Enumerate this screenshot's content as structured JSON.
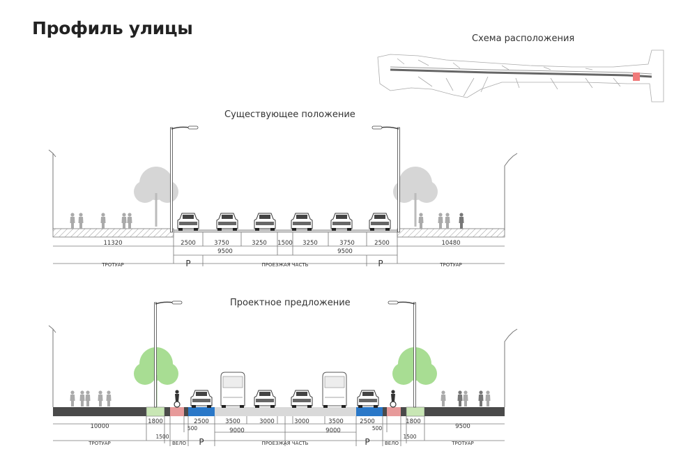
{
  "title": "Профиль улицы",
  "location_scheme_title": "Схема расположения",
  "existing": {
    "title": "Существующее положение",
    "widths": [
      "11320",
      "2500",
      "3750",
      "3250",
      "1500",
      "3250",
      "3750",
      "2500",
      "10480"
    ],
    "totals": [
      "9500",
      "9500"
    ],
    "parking_mark": "P",
    "labels": {
      "sidewalk": "ТРОТУАР",
      "roadway": "ПРОЕЗЖАЯ ЧАСТЬ"
    }
  },
  "proposal": {
    "title": "Проектное предложение",
    "widths": [
      "10000",
      "1800",
      "2500",
      "3500",
      "3000",
      "3000",
      "3500",
      "2500",
      "1800",
      "9500"
    ],
    "small_widths": [
      "500",
      "500",
      "1500",
      "1500"
    ],
    "totals": [
      "9000",
      "9000"
    ],
    "parking_mark": "P",
    "labels": {
      "sidewalk": "ТРОТУАР",
      "bike": "ВЕЛО",
      "roadway": "ПРОЕЗЖАЯ ЧАСТЬ"
    }
  },
  "colors": {
    "green_strip": "#c8e6b4",
    "bike_lane": "#e79a9a",
    "parking_lane": "#2a78c8",
    "road": "#d9d9d9",
    "sidewalk_new": "#4a4a4a",
    "tree_existing": "#cfcfcf",
    "tree_proposal": "#9fd889"
  }
}
